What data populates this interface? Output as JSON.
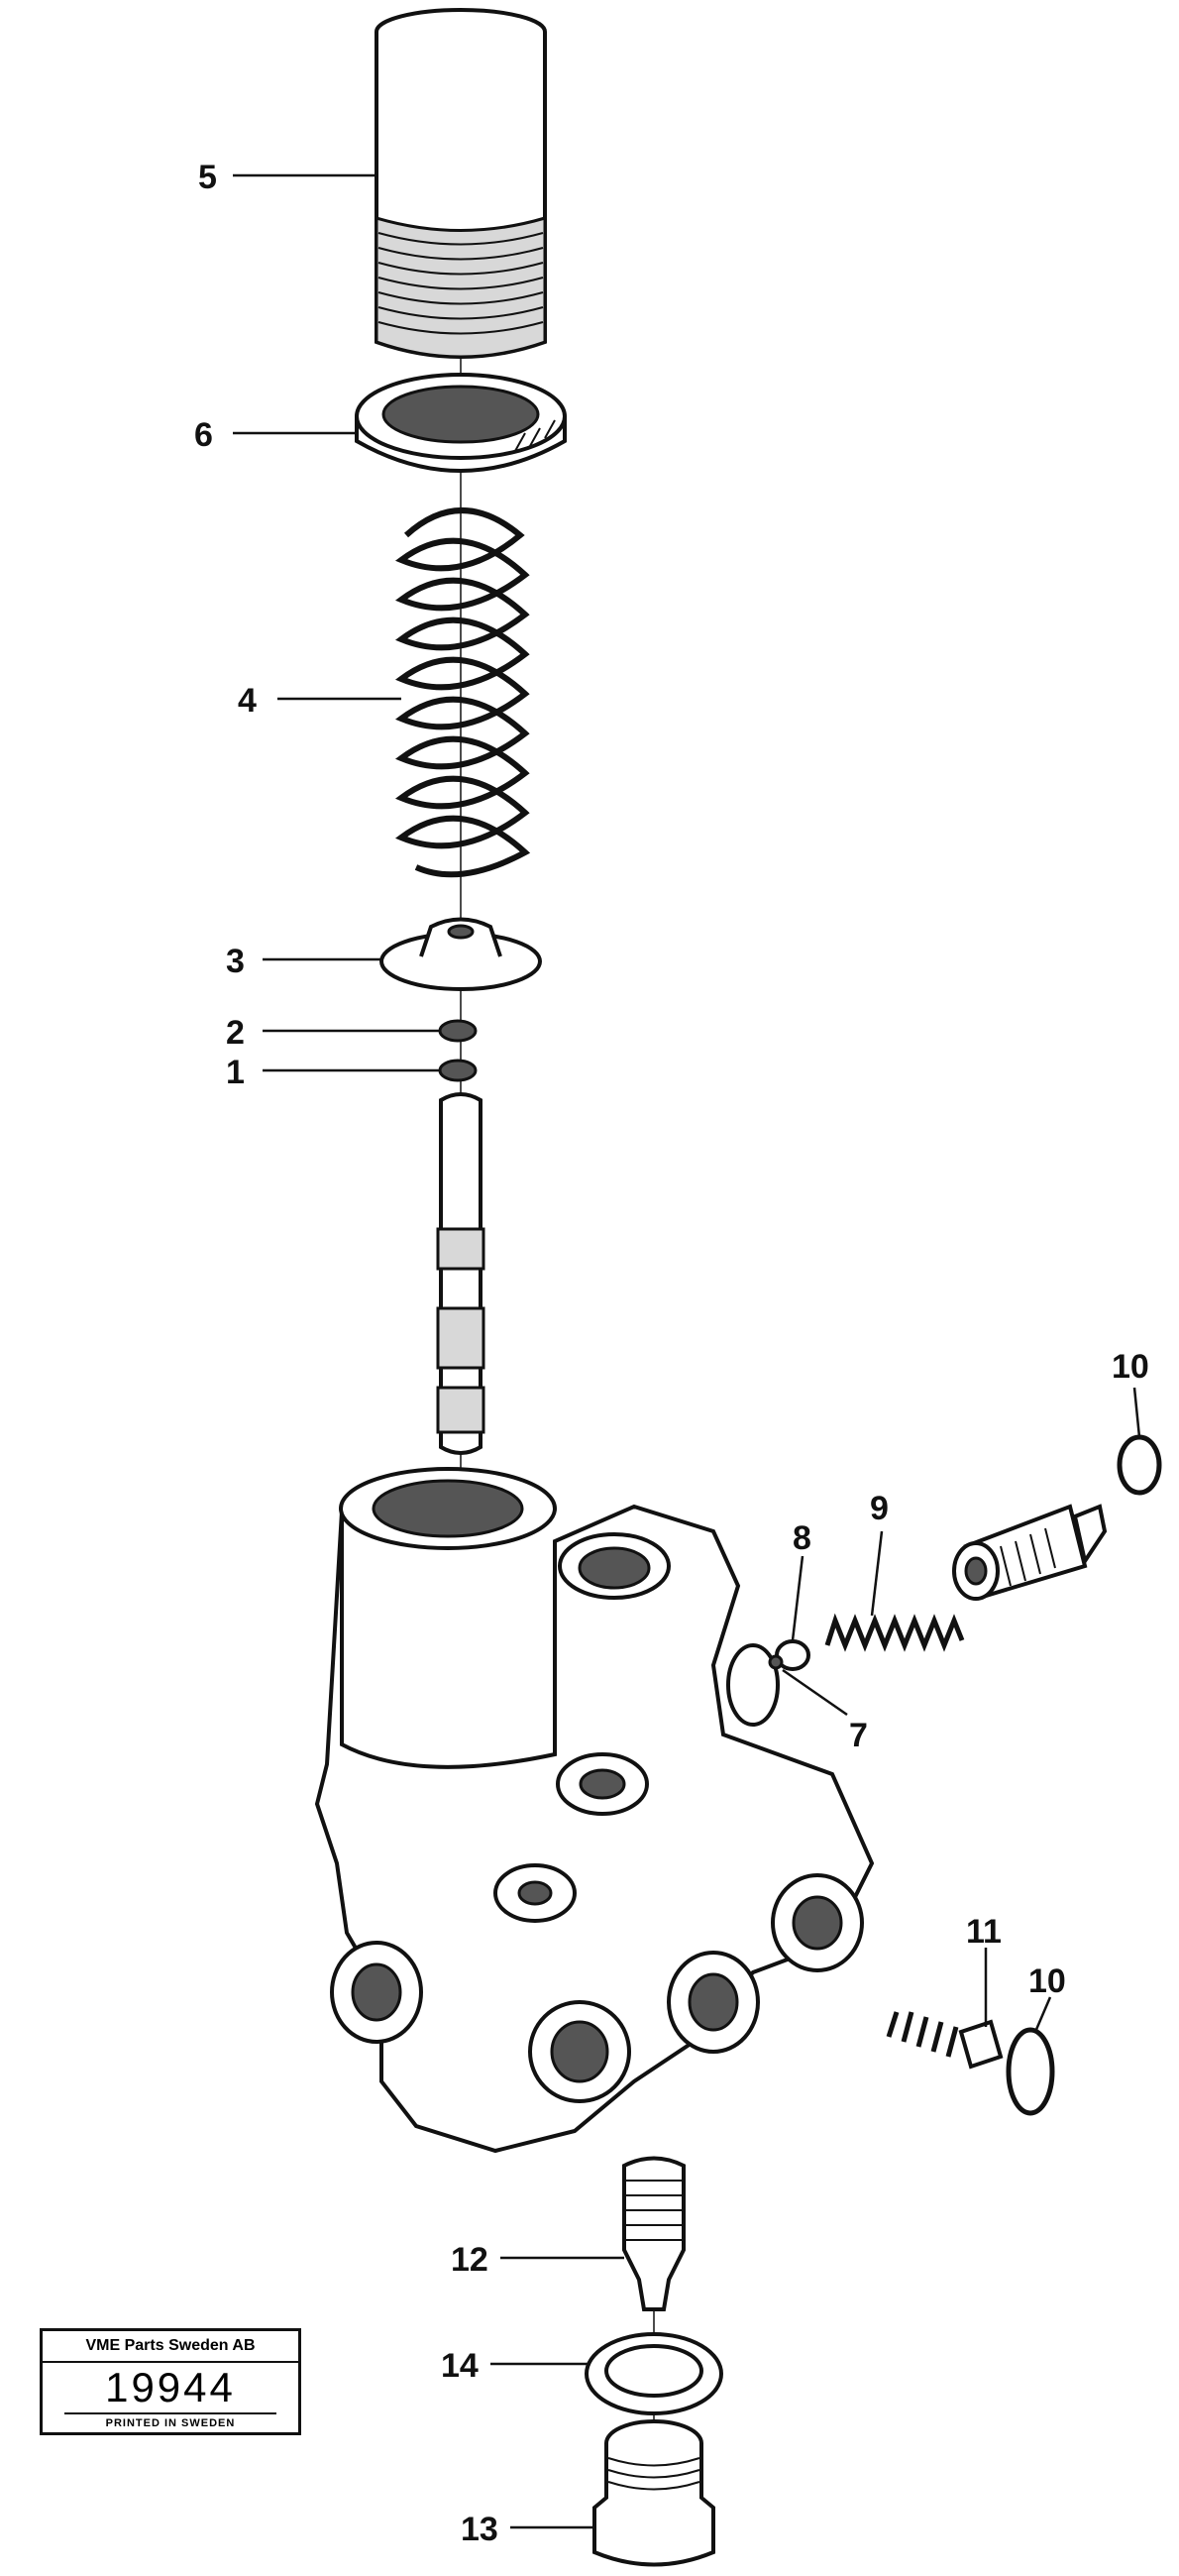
{
  "callouts": {
    "c1": "1",
    "c2": "2",
    "c3": "3",
    "c4": "4",
    "c5": "5",
    "c6": "6",
    "c7": "7",
    "c8": "8",
    "c9": "9",
    "c10a": "10",
    "c10b": "10",
    "c11": "11",
    "c12": "12",
    "c13": "13",
    "c14": "14"
  },
  "stamp": {
    "company": "VME Parts Sweden AB",
    "number": "19944",
    "country": "PRINTED IN SWEDEN"
  }
}
